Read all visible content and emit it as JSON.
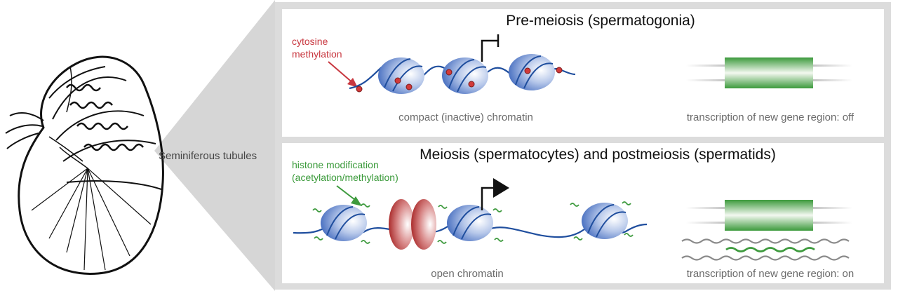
{
  "diagram": {
    "tubule_label": "Seminiferous tubules",
    "top_panel": {
      "title": "Pre-meiosis (spermatogonia)",
      "annotation_lines": [
        "cytosine",
        "methylation"
      ],
      "chromatin_caption": "compact (inactive) chromatin",
      "transcription_caption": "transcription of new gene region: off"
    },
    "bottom_panel": {
      "title": "Meiosis (spermatocytes) and postmeiosis (spermatids)",
      "annotation_lines": [
        "histone modification",
        "(acetylation/methylation)"
      ],
      "chromatin_caption": "open chromatin",
      "transcription_caption": "transcription of new gene region: on"
    },
    "colors": {
      "dna": "#1f4e9e",
      "nucleosome": "#4f78c8",
      "methyl_dot": "#d23a3a",
      "acetyl_mark": "#3d9a3d",
      "remodeler": "#b02828",
      "gene_green": "#3c9a3c",
      "panel_bg": "#dcdcdc"
    },
    "icons": [
      "testis-drawing",
      "nucleosome",
      "transcription-arrow",
      "blocked-promoter-icon",
      "gene-cylinder",
      "rna-transcript"
    ]
  }
}
